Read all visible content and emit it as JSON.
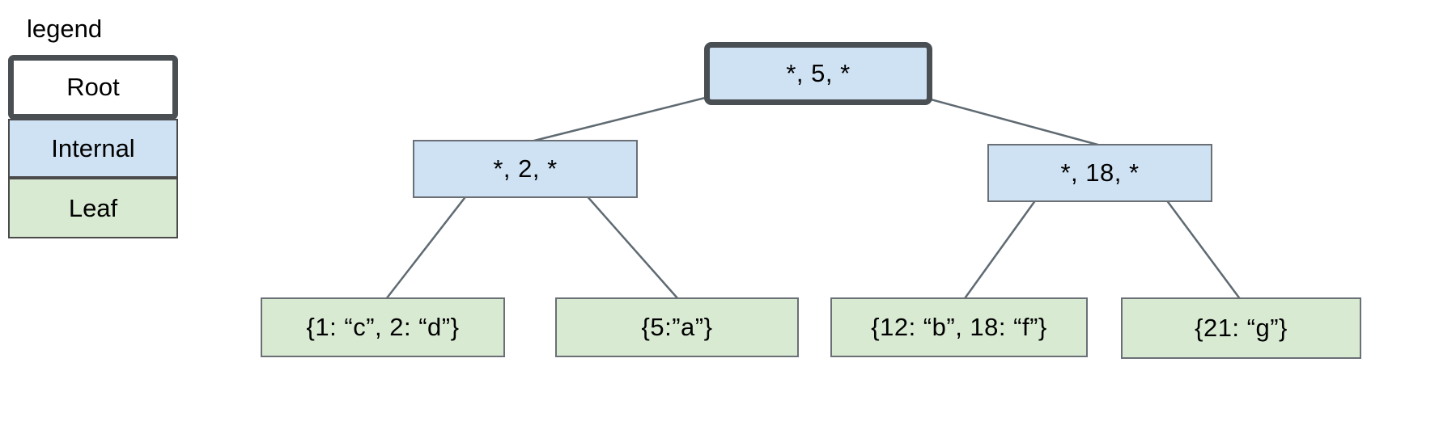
{
  "legend": {
    "title": "legend",
    "items": [
      {
        "id": "root",
        "label": "Root"
      },
      {
        "id": "internal",
        "label": "Internal"
      },
      {
        "id": "leaf",
        "label": "Leaf"
      }
    ]
  },
  "tree": {
    "root": {
      "type": "root",
      "label": "*, 5, *"
    },
    "internals": [
      {
        "type": "internal",
        "label": "*, 2, *"
      },
      {
        "type": "internal",
        "label": "*, 18, *"
      }
    ],
    "leaves": [
      {
        "type": "leaf",
        "label": "{1: “c”, 2: “d”}"
      },
      {
        "type": "leaf",
        "label": "{5:”a”}"
      },
      {
        "type": "leaf",
        "label": "{12: “b”, 18: “f”}"
      },
      {
        "type": "leaf",
        "label": "{21: “g”}"
      }
    ]
  },
  "colors": {
    "background": "#ffffff",
    "text": "#000000",
    "internal_fill": "#cfe2f3",
    "leaf_fill": "#d9ead3",
    "root_border": "#4a4f54",
    "box_border": "#6a7076",
    "edge": "#5f6a72"
  }
}
